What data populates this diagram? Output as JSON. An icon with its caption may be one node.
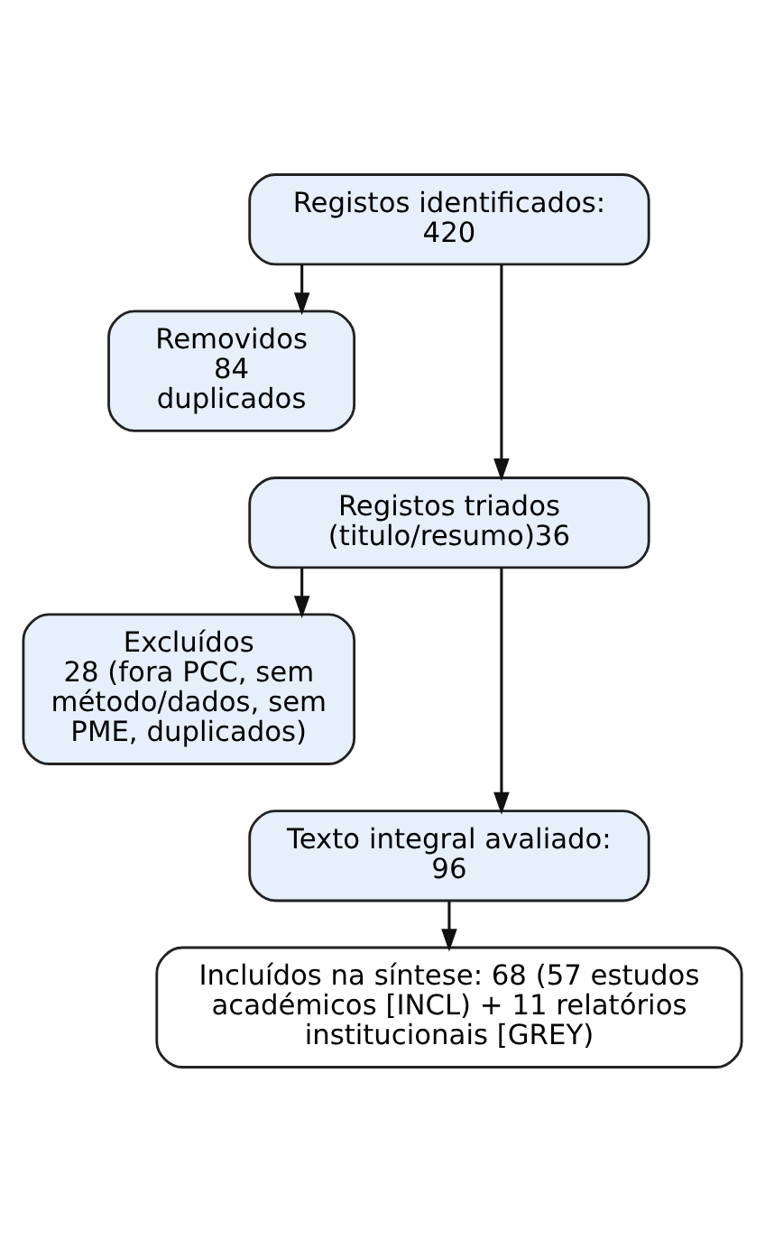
{
  "diagram": {
    "nodes": [
      {
        "text": [
          "Registos identificados: 420"
        ]
      },
      {
        "text": [
          "Removidos 84 duplicados"
        ]
      },
      {
        "text": [
          "Registos triados (titulo/resumo)36"
        ]
      },
      {
        "text": [
          "Excluídos",
          "28 (fora PCC, sem método/dados, sem PME, duplicados)"
        ]
      },
      {
        "text": [
          "Texto integral avaliado: 96"
        ]
      },
      {
        "text": [
          "Incluídos na síntese: 68 (57 estudos académicos [INCL) + 11 relatórios institucionais [GREY)"
        ]
      }
    ],
    "edges": [
      {
        "from": 0,
        "to": 1,
        "arrow": "to"
      },
      {
        "from": 0,
        "to": 2,
        "arrow": "to"
      },
      {
        "from": 2,
        "to": 3,
        "arrow": "to"
      },
      {
        "from": 2,
        "to": 4,
        "arrow": "to"
      },
      {
        "from": 4,
        "to": 5,
        "arrow": "to"
      }
    ]
  }
}
